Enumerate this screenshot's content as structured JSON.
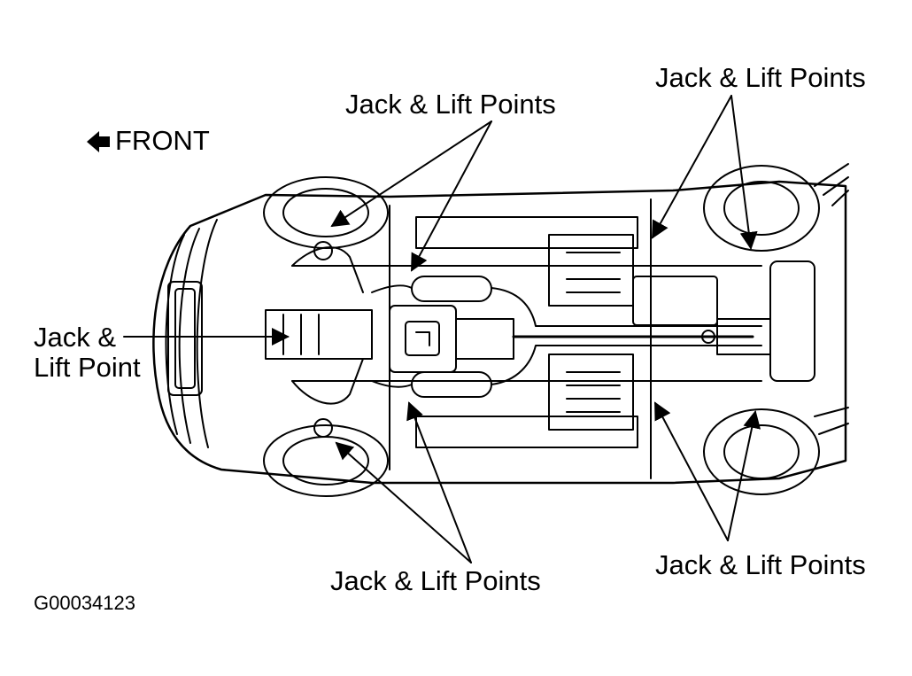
{
  "front_label": "FRONT",
  "labels": {
    "top_center": "Jack & Lift Points",
    "top_right": "Jack & Lift Points",
    "left_line1": "Jack &",
    "left_line2": "Lift Point",
    "bottom_center": "Jack & Lift Points",
    "bottom_right": "Jack & Lift Points"
  },
  "figure_code": "G00034123",
  "colors": {
    "ink": "#000000",
    "paper": "#ffffff"
  }
}
